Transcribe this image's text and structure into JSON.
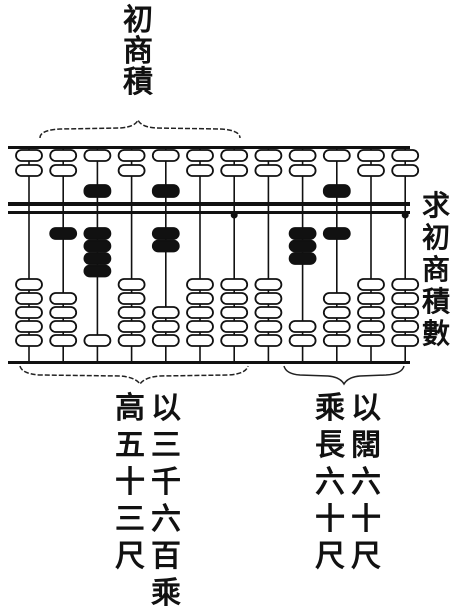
{
  "top_label": [
    "初",
    "商",
    "積"
  ],
  "right_label": [
    "求",
    "初",
    "商",
    "積",
    "數"
  ],
  "left_block": {
    "col_right": [
      "以",
      "三",
      "千",
      "六",
      "百",
      "乘"
    ],
    "col_left": [
      "高",
      "五",
      "十",
      "三",
      "尺"
    ]
  },
  "right_block": {
    "col_right": [
      "以",
      "闊",
      "六",
      "十",
      "尺"
    ],
    "col_left": [
      "乘",
      "長",
      "六",
      "十",
      "尺"
    ]
  },
  "abacus": {
    "rods": 12,
    "upper_beads_per_rod": 2,
    "lower_beads_per_rod": 5,
    "unit_dots_on_rods": [
      7,
      12
    ],
    "upper_dark_counts": [
      0,
      0,
      1,
      0,
      1,
      0,
      0,
      0,
      0,
      1,
      0,
      0
    ],
    "lower_dark_counts": [
      0,
      1,
      4,
      0,
      2,
      0,
      0,
      0,
      3,
      1,
      0,
      0
    ],
    "bead_color_dark": "#111111",
    "bead_color_light": "#ffffff"
  }
}
